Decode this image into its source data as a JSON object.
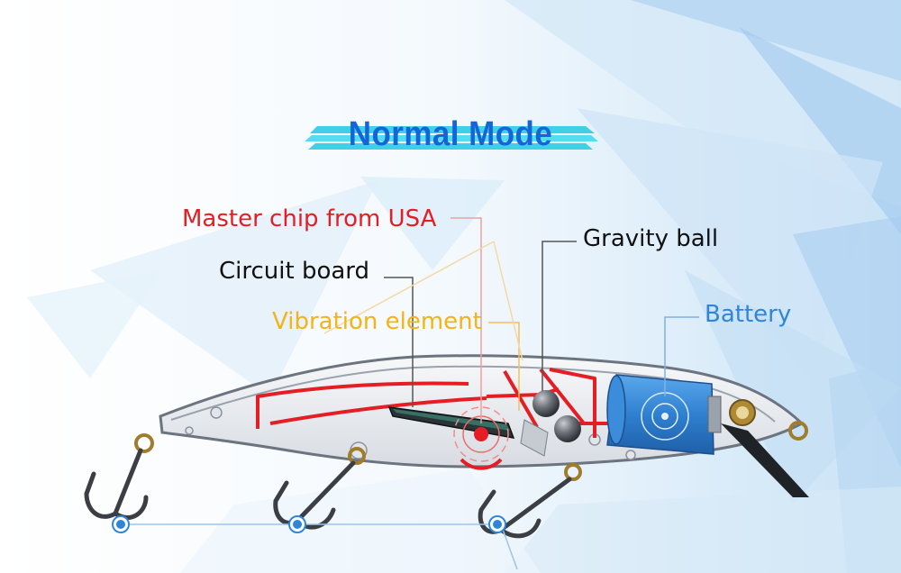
{
  "title": "Normal Mode",
  "labels": {
    "master_chip": "Master chip from USA",
    "circuit_board": "Circuit board",
    "vibration_element": "Vibration element",
    "gravity_ball": "Gravity ball",
    "battery": "Battery"
  },
  "colors": {
    "title": "#1565d8",
    "title_ribbon": "#3fd0e8",
    "master_chip": "#e31e24",
    "circuit_board": "#111111",
    "vibration_element": "#f2b418",
    "gravity_ball": "#111111",
    "battery": "#2f86d8",
    "lure_body": "#eef0f3",
    "battery_fill": "#2f80d0"
  },
  "icons": [
    "treble-hook-icon",
    "split-ring-icon",
    "diving-lip-icon",
    "target-marker-icon"
  ]
}
